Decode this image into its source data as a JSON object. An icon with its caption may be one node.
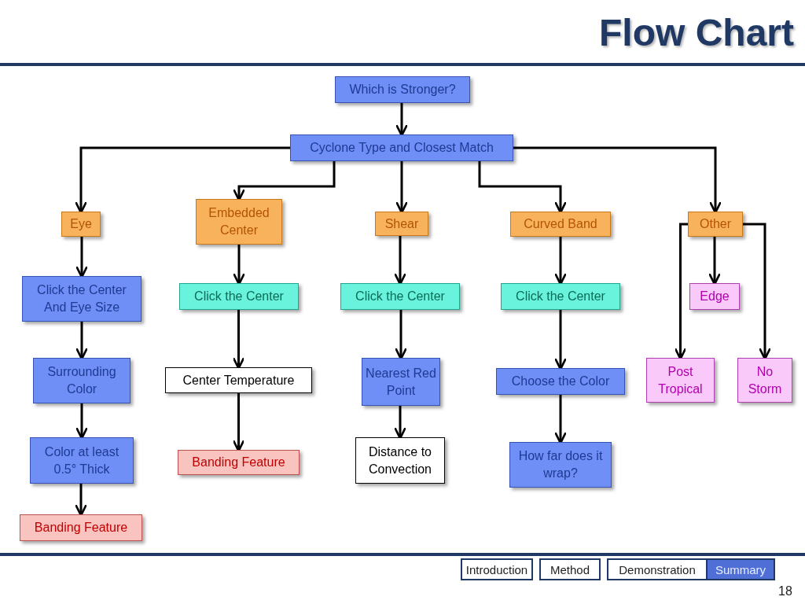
{
  "diagram": {
    "title": "Flow Chart",
    "nodes": [
      {
        "text": [
          "Which is Stronger?"
        ]
      },
      {
        "text": [
          "Cyclone Type and Closest Match"
        ]
      },
      {
        "text": [
          "Eye"
        ]
      },
      {
        "text": [
          "Embedded Center"
        ]
      },
      {
        "text": [
          "Shear"
        ]
      },
      {
        "text": [
          "Curved Band"
        ]
      },
      {
        "text": [
          "Other"
        ]
      },
      {
        "text": [
          "Click the Center And Eye Size"
        ]
      },
      {
        "text": [
          "Click the Center"
        ]
      },
      {
        "text": [
          "Click the Center"
        ]
      },
      {
        "text": [
          "Click the Center"
        ]
      },
      {
        "text": [
          "Edge"
        ]
      },
      {
        "text": [
          "Surrounding Color"
        ]
      },
      {
        "text": [
          "Center Temperature"
        ]
      },
      {
        "text": [
          "Nearest Red Point"
        ]
      },
      {
        "text": [
          "Choose the Color"
        ]
      },
      {
        "text": [
          "Post Tropical"
        ]
      },
      {
        "text": [
          "No Storm"
        ]
      },
      {
        "text": [
          "Color at least 0.5° Thick"
        ]
      },
      {
        "text": [
          "Banding Feature"
        ]
      },
      {
        "text": [
          "Distance to Convection"
        ]
      },
      {
        "text": [
          "How far does it wrap?"
        ]
      },
      {
        "text": [
          "Banding Feature"
        ]
      }
    ],
    "edges": [
      {
        "from": 0,
        "to": 1,
        "arrow": "to"
      },
      {
        "from": 1,
        "to": 2,
        "arrow": "to"
      },
      {
        "from": 1,
        "to": 3,
        "arrow": "to"
      },
      {
        "from": 1,
        "to": 4,
        "arrow": "to"
      },
      {
        "from": 1,
        "to": 5,
        "arrow": "to"
      },
      {
        "from": 1,
        "to": 6,
        "arrow": "to"
      },
      {
        "from": 2,
        "to": 7,
        "arrow": "to"
      },
      {
        "from": 3,
        "to": 8,
        "arrow": "to"
      },
      {
        "from": 4,
        "to": 9,
        "arrow": "to"
      },
      {
        "from": 5,
        "to": 10,
        "arrow": "to"
      },
      {
        "from": 6,
        "to": 11,
        "arrow": "to"
      },
      {
        "from": 6,
        "to": 16,
        "arrow": "to"
      },
      {
        "from": 6,
        "to": 17,
        "arrow": "to"
      },
      {
        "from": 7,
        "to": 12,
        "arrow": "to"
      },
      {
        "from": 12,
        "to": 18,
        "arrow": "to"
      },
      {
        "from": 18,
        "to": 22,
        "arrow": "to"
      },
      {
        "from": 8,
        "to": 13,
        "arrow": "to"
      },
      {
        "from": 13,
        "to": 19,
        "arrow": "to"
      },
      {
        "from": 9,
        "to": 14,
        "arrow": "to"
      },
      {
        "from": 14,
        "to": 20,
        "arrow": "to"
      },
      {
        "from": 10,
        "to": 15,
        "arrow": "to"
      },
      {
        "from": 15,
        "to": 21,
        "arrow": "to"
      }
    ],
    "labels": [
      "Introduction",
      "Method",
      "Demonstration",
      "Summary",
      "18"
    ]
  }
}
